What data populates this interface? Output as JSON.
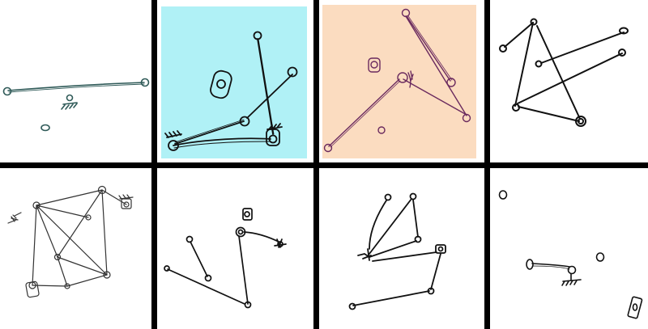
{
  "colors": {
    "grid_line": "#000000",
    "panel_bg_default": "#ffffff",
    "panel_bg_cyan": "#b0f1f6",
    "panel_bg_peach": "#fbdcc0",
    "ink_teal": "#2f5a58",
    "ink_purple": "#6a2a5e",
    "ink_black": "#111111"
  },
  "panels": [
    {
      "name": "sketch-1",
      "bg": "white",
      "ink": "teal"
    },
    {
      "name": "sketch-2",
      "bg": "cyan",
      "ink": "black"
    },
    {
      "name": "sketch-3",
      "bg": "peach",
      "ink": "purple"
    },
    {
      "name": "sketch-4",
      "bg": "white",
      "ink": "black"
    },
    {
      "name": "sketch-5",
      "bg": "white",
      "ink": "black"
    },
    {
      "name": "sketch-6",
      "bg": "white",
      "ink": "black"
    },
    {
      "name": "sketch-7",
      "bg": "white",
      "ink": "black"
    },
    {
      "name": "sketch-8",
      "bg": "white",
      "ink": "black"
    }
  ]
}
